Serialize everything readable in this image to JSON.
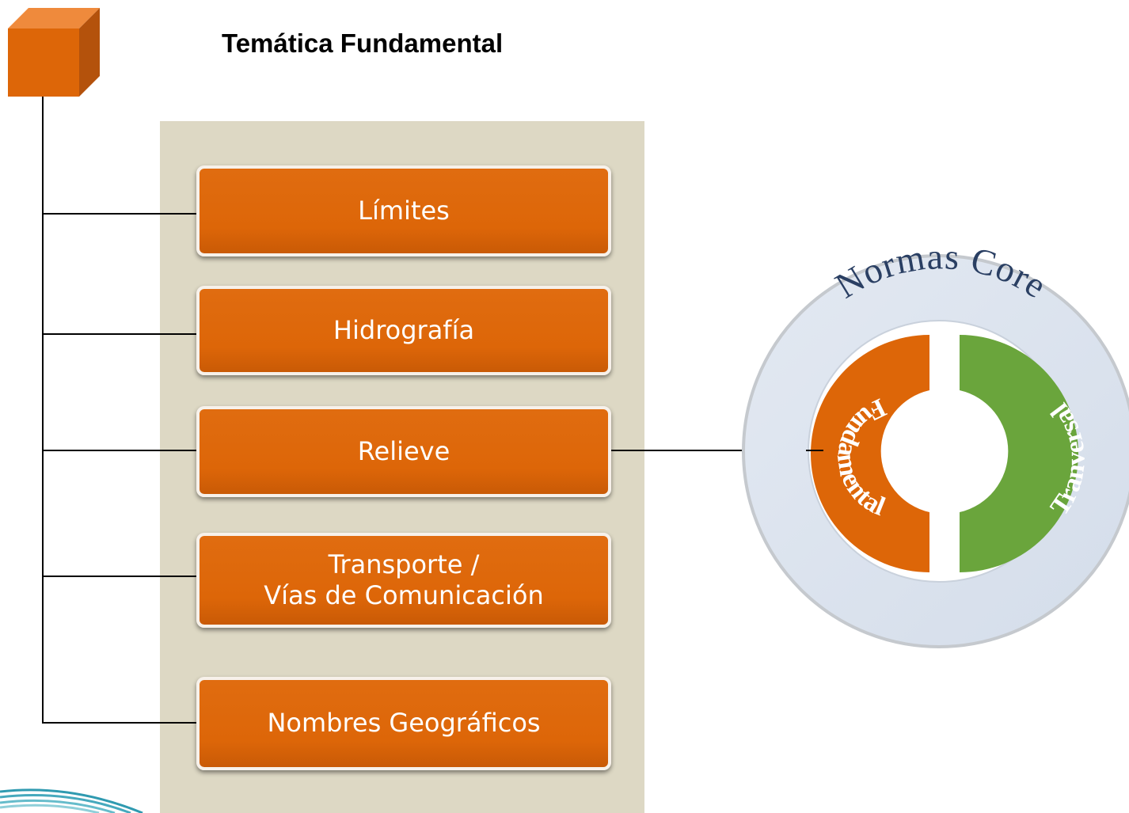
{
  "title": "Temática Fundamental",
  "topics": [
    {
      "label": "Límites"
    },
    {
      "label": "Hidrografía"
    },
    {
      "label": "Relieve"
    },
    {
      "label_line1": "Transporte /",
      "label_line2": "Vías de Comunicación"
    },
    {
      "label": "Nombres Geográficos"
    }
  ],
  "core_diagram": {
    "outer_label": "Normas Core",
    "left_arc_label": "Fundamental",
    "right_arc_label": "Tranversal"
  },
  "colors": {
    "orange": "#dd6608",
    "green": "#6aa53c",
    "panel": "#ddd8c4",
    "ring": "#dbe3ee",
    "ring_text": "#2a3f63"
  }
}
